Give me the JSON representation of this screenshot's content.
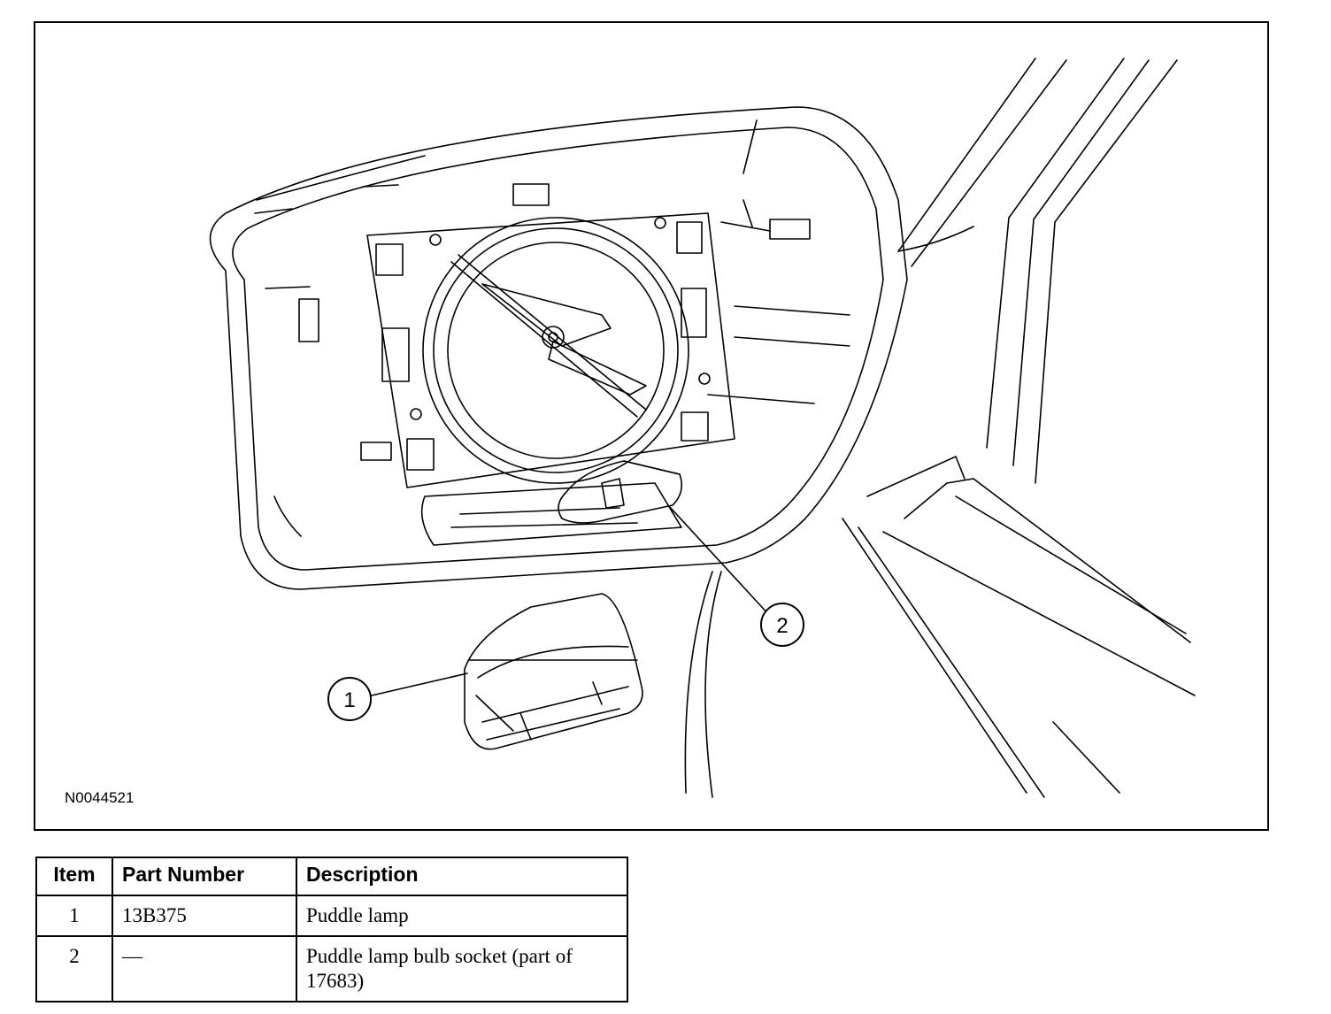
{
  "figure": {
    "id": "N0044521",
    "callouts": [
      {
        "number": "1",
        "label": "callout-1"
      },
      {
        "number": "2",
        "label": "callout-2"
      }
    ]
  },
  "table": {
    "headers": {
      "item": "Item",
      "part_number": "Part Number",
      "description": "Description"
    },
    "rows": [
      {
        "item": "1",
        "part_number": "13B375",
        "description": "Puddle lamp"
      },
      {
        "item": "2",
        "part_number": "—",
        "description": "Puddle lamp bulb socket (part of 17683)"
      }
    ]
  }
}
